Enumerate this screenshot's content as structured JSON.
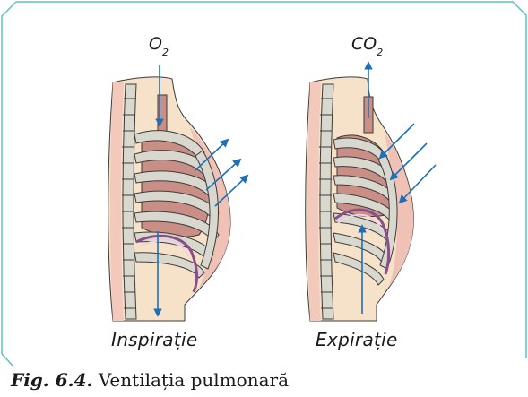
{
  "figure": {
    "left_panel": {
      "gas_main": "O",
      "gas_sub": "2",
      "phase_label": "Inspirație"
    },
    "right_panel": {
      "gas_main": "CO",
      "gas_sub": "2",
      "phase_label": "Expirație"
    },
    "caption": {
      "number": "Fig. 6.4.",
      "text": "Ventilația pulmonară"
    }
  },
  "colors": {
    "frame": "#5bc0c8",
    "skin": "#f6e2c8",
    "tissue_edge": "#e8b5a6",
    "lung": "#c98f86",
    "lung_dark": "#a8615f",
    "bone": "#d9d8cf",
    "bone_edge": "#3b3b3b",
    "diaphragm": "#8a4e8a",
    "arrow": "#1d6fb8"
  },
  "icons": [
    "arrow-up-icon",
    "arrow-down-icon"
  ]
}
